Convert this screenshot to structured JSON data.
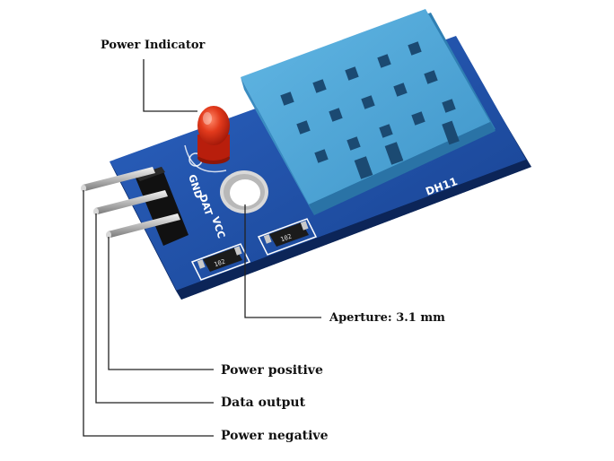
{
  "callouts": {
    "power_indicator": "Power Indicator",
    "aperture": "Aperture: 3.1 mm",
    "power_positive": "Power positive",
    "data_output": "Data output",
    "power_negative": "Power negative"
  },
  "board": {
    "sensor_model": "DH11",
    "pin_gnd": "GND",
    "pin_data": "DAT",
    "pin_vcc": "VCC",
    "resistor_1": "102",
    "resistor_2": "102"
  },
  "colors": {
    "pcb": "#1f4fa6",
    "sensor_housing": "#4a9fd0",
    "led": "#d52a14"
  }
}
